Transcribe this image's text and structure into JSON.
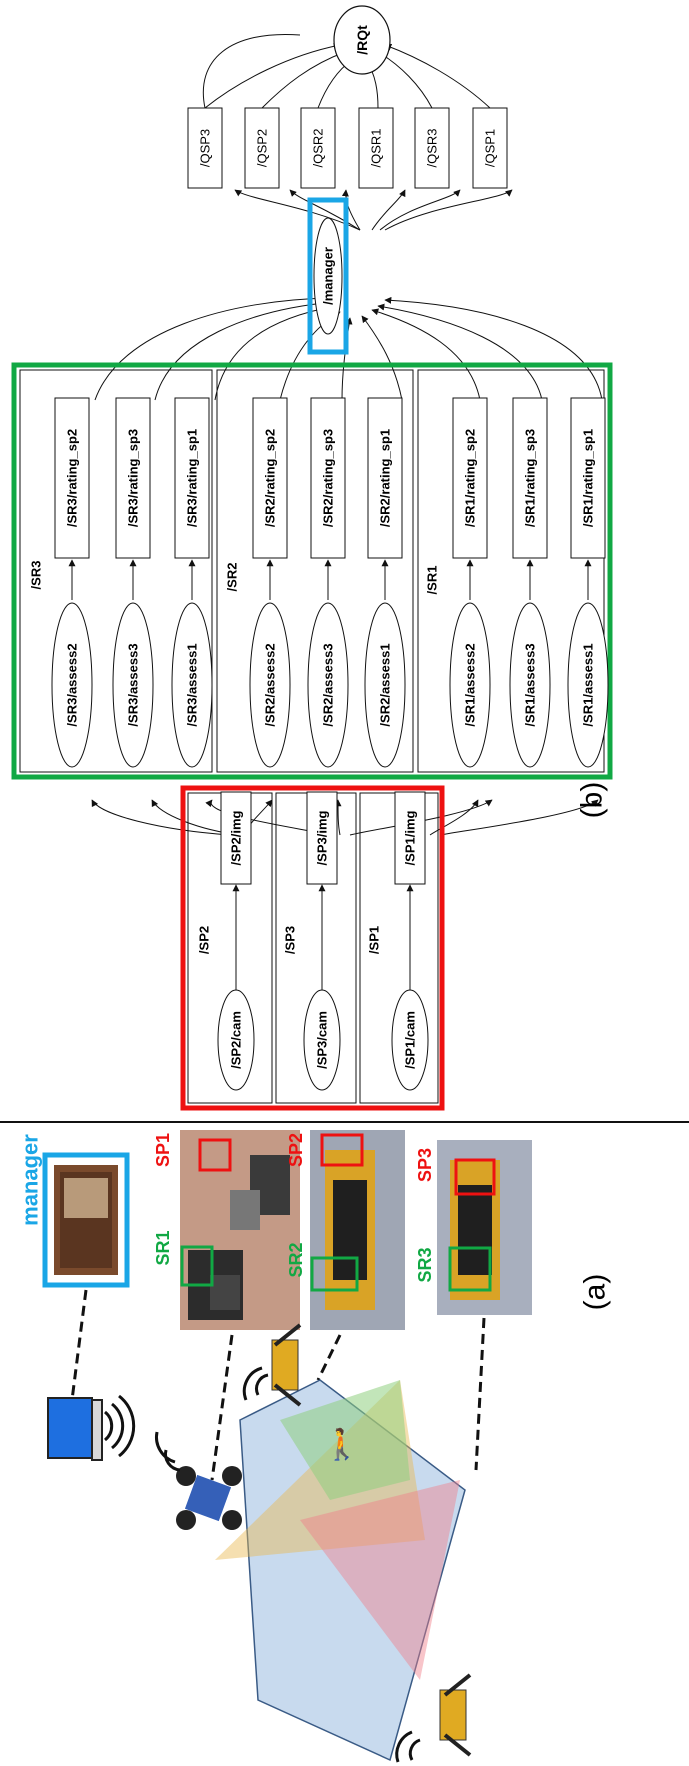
{
  "panel_labels": {
    "a": "(a)",
    "b": "(b)"
  },
  "colors": {
    "red": "#ee1111",
    "green": "#11a844",
    "blue": "#1aa6e6",
    "edge": "#111111"
  },
  "graph": {
    "rqt": "/RQt",
    "qs_topics": [
      "/QSP3",
      "/QSP2",
      "/QSR2",
      "/QSR1",
      "/QSR3",
      "/QSP1"
    ],
    "manager": "/manager",
    "sr_groups": [
      {
        "ns": "/SR3",
        "assess": [
          "/SR3/assess2",
          "/SR3/assess3",
          "/SR3/assess1"
        ],
        "ratings": [
          "/SR3/rating_sp2",
          "/SR3/rating_sp3",
          "/SR3/rating_sp1"
        ]
      },
      {
        "ns": "/SR2",
        "assess": [
          "/SR2/assess2",
          "/SR2/assess3",
          "/SR2/assess1"
        ],
        "ratings": [
          "/SR2/rating_sp2",
          "/SR2/rating_sp3",
          "/SR2/rating_sp1"
        ]
      },
      {
        "ns": "/SR1",
        "assess": [
          "/SR1/assess2",
          "/SR1/assess3",
          "/SR1/assess1"
        ],
        "ratings": [
          "/SR1/rating_sp2",
          "/SR1/rating_sp3",
          "/SR1/rating_sp1"
        ]
      }
    ],
    "sp_groups": [
      {
        "ns": "/SP2",
        "cam": "/SP2/cam",
        "img": "/SP2/img"
      },
      {
        "ns": "/SP3",
        "cam": "/SP3/cam",
        "img": "/SP3/img"
      },
      {
        "ns": "/SP1",
        "cam": "/SP1/cam",
        "img": "/SP1/img"
      }
    ]
  },
  "scene": {
    "manager_label": "manager",
    "photo_labels": [
      {
        "green": "SR1",
        "red": "SP1"
      },
      {
        "green": "SR2",
        "red": "SP2"
      },
      {
        "green": "SR3",
        "red": "SP3"
      }
    ]
  }
}
